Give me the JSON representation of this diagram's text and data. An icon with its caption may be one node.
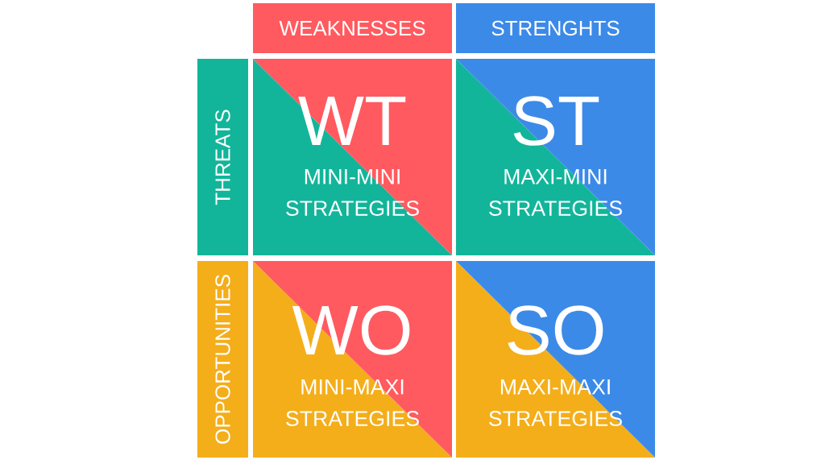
{
  "diagram": {
    "nodes": [
      {
        "text": [
          "WEAKNESSES"
        ]
      },
      {
        "text": [
          "STRENGHTS"
        ]
      },
      {
        "text": [
          "THREATS"
        ]
      },
      {
        "text": [
          "WT",
          "MINI-MINI STRATEGIES"
        ]
      },
      {
        "text": [
          "ST",
          "MAXI-MINI STRATEGIES"
        ]
      },
      {
        "text": [
          "OPPORTUNITIES"
        ]
      },
      {
        "text": [
          "WO",
          "MINI-MAXI STRATEGIES"
        ]
      },
      {
        "text": [
          "SO",
          "MAXI-MAXI STRATEGIES"
        ]
      }
    ]
  }
}
